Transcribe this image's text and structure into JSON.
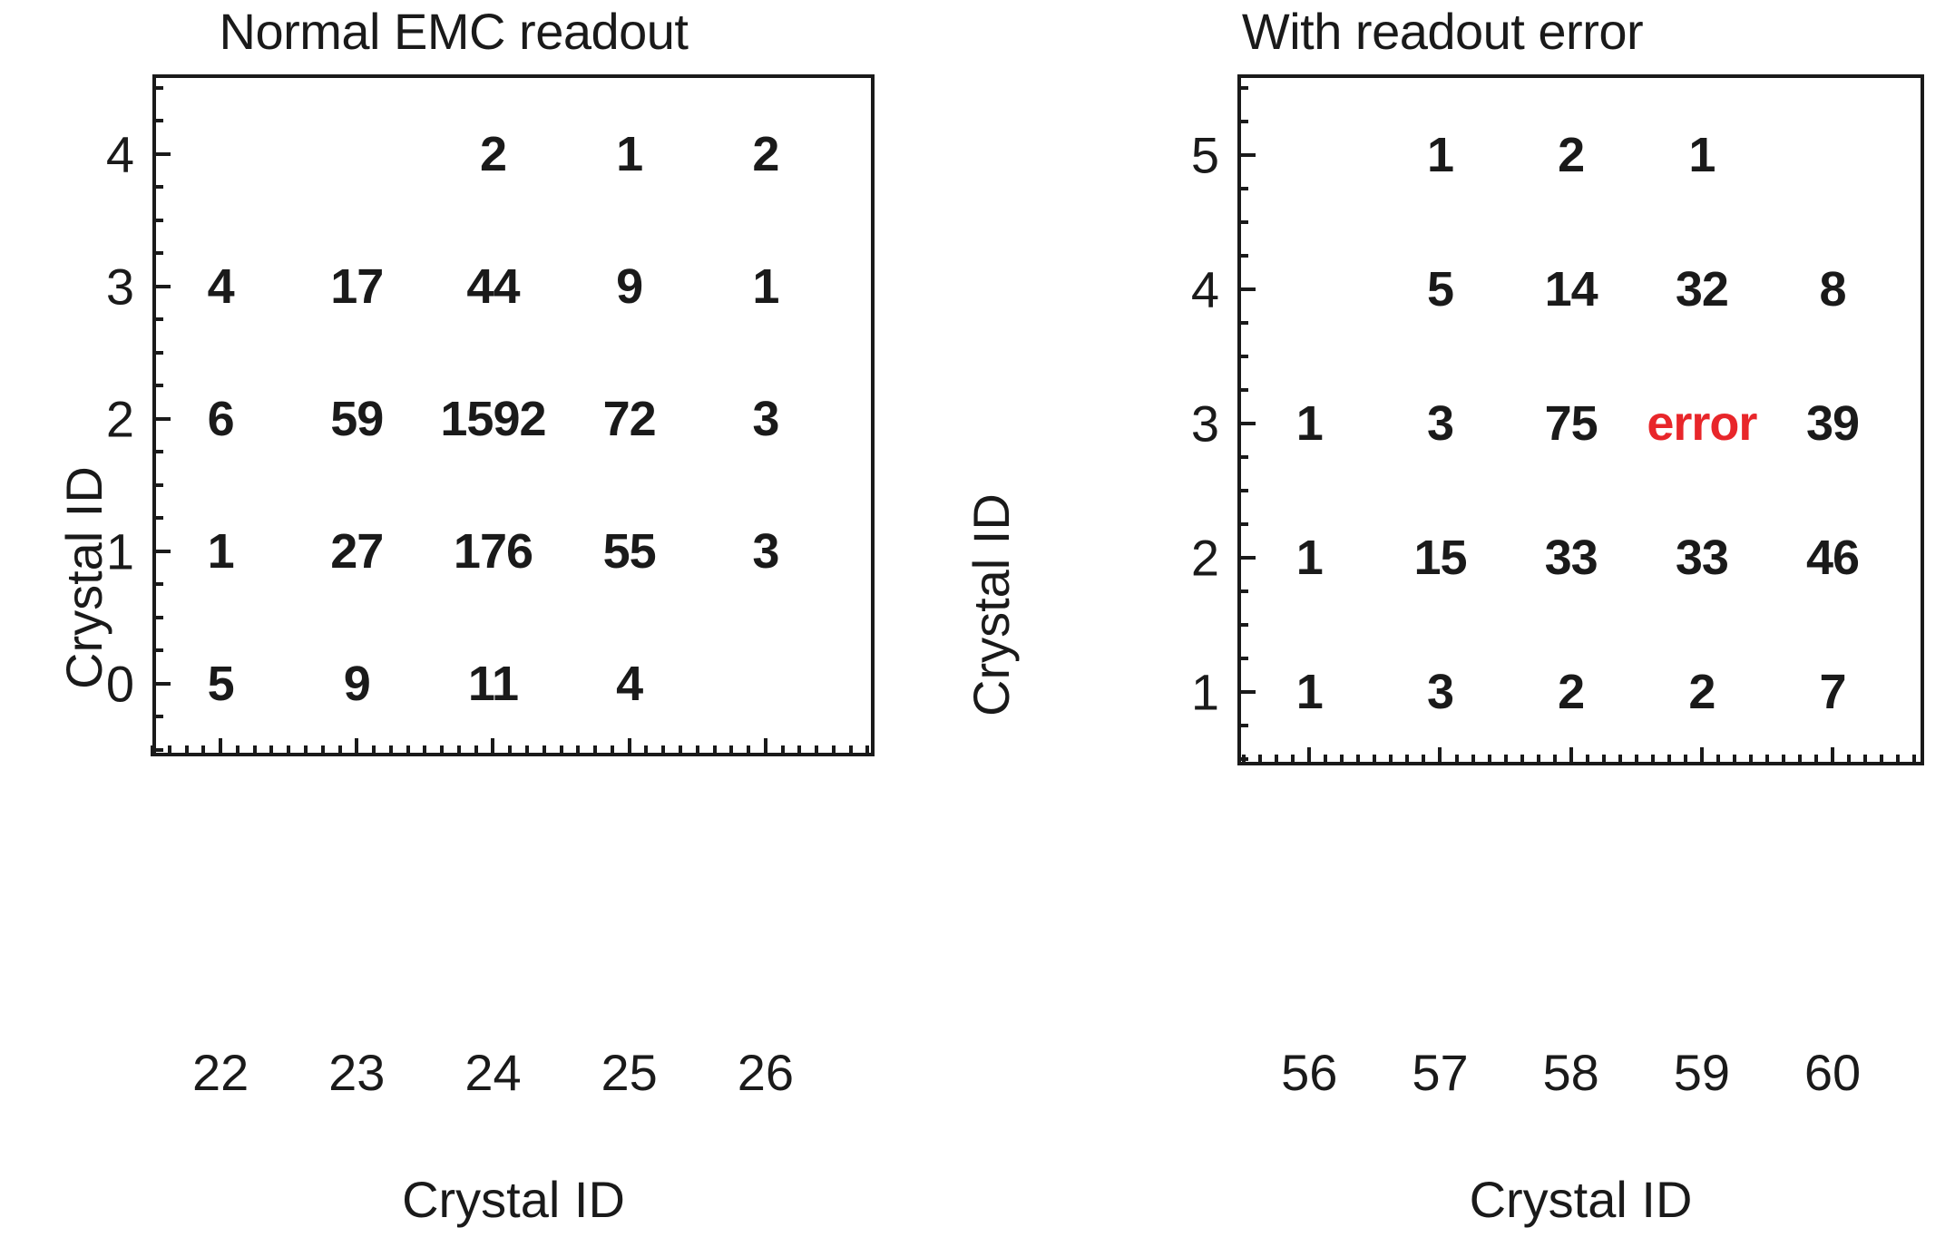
{
  "figure": {
    "background": "#ffffff",
    "text_color": "#1a1a1a",
    "error_color": "#e8262a"
  },
  "chart_data": [
    {
      "type": "heatmap",
      "panel_id": "left",
      "title": "Normal EMC readout",
      "xlabel": "Crystal ID",
      "ylabel": "Crystal ID",
      "x_tick_labels": [
        "22",
        "23",
        "24",
        "25",
        "26"
      ],
      "y_tick_labels": [
        "0",
        "1",
        "2",
        "3",
        "4"
      ],
      "x": [
        22,
        23,
        24,
        25,
        26
      ],
      "y": [
        0,
        1,
        2,
        3,
        4
      ],
      "xlim": [
        21.5,
        26.8
      ],
      "ylim": [
        -0.55,
        4.6
      ],
      "grid": false,
      "legend": "none",
      "cells": [
        {
          "x": 24,
          "y": 4,
          "value": "2"
        },
        {
          "x": 25,
          "y": 4,
          "value": "1"
        },
        {
          "x": 26,
          "y": 4,
          "value": "2"
        },
        {
          "x": 22,
          "y": 3,
          "value": "4"
        },
        {
          "x": 23,
          "y": 3,
          "value": "17"
        },
        {
          "x": 24,
          "y": 3,
          "value": "44"
        },
        {
          "x": 25,
          "y": 3,
          "value": "9"
        },
        {
          "x": 26,
          "y": 3,
          "value": "1"
        },
        {
          "x": 22,
          "y": 2,
          "value": "6"
        },
        {
          "x": 23,
          "y": 2,
          "value": "59"
        },
        {
          "x": 24,
          "y": 2,
          "value": "1592"
        },
        {
          "x": 25,
          "y": 2,
          "value": "72"
        },
        {
          "x": 26,
          "y": 2,
          "value": "3"
        },
        {
          "x": 22,
          "y": 1,
          "value": "1"
        },
        {
          "x": 23,
          "y": 1,
          "value": "27"
        },
        {
          "x": 24,
          "y": 1,
          "value": "176"
        },
        {
          "x": 25,
          "y": 1,
          "value": "55"
        },
        {
          "x": 26,
          "y": 1,
          "value": "3"
        },
        {
          "x": 22,
          "y": 0,
          "value": "5"
        },
        {
          "x": 23,
          "y": 0,
          "value": "9"
        },
        {
          "x": 24,
          "y": 0,
          "value": "11"
        },
        {
          "x": 25,
          "y": 0,
          "value": "4"
        }
      ]
    },
    {
      "type": "heatmap",
      "panel_id": "right",
      "title": "With readout error",
      "xlabel": "Crystal ID",
      "ylabel": "Crystal ID",
      "x_tick_labels": [
        "56",
        "57",
        "58",
        "59",
        "60"
      ],
      "y_tick_labels": [
        "1",
        "2",
        "3",
        "4",
        "5"
      ],
      "x": [
        56,
        57,
        58,
        59,
        60
      ],
      "y": [
        1,
        2,
        3,
        4,
        5
      ],
      "xlim": [
        55.45,
        60.7
      ],
      "ylim": [
        0.45,
        5.6
      ],
      "grid": false,
      "legend": "none",
      "cells": [
        {
          "x": 57,
          "y": 5,
          "value": "1"
        },
        {
          "x": 58,
          "y": 5,
          "value": "2"
        },
        {
          "x": 59,
          "y": 5,
          "value": "1"
        },
        {
          "x": 57,
          "y": 4,
          "value": "5"
        },
        {
          "x": 58,
          "y": 4,
          "value": "14"
        },
        {
          "x": 59,
          "y": 4,
          "value": "32"
        },
        {
          "x": 60,
          "y": 4,
          "value": "8"
        },
        {
          "x": 56,
          "y": 3,
          "value": "1"
        },
        {
          "x": 57,
          "y": 3,
          "value": "3"
        },
        {
          "x": 58,
          "y": 3,
          "value": "75"
        },
        {
          "x": 59,
          "y": 3,
          "value": "error",
          "is_error": true
        },
        {
          "x": 60,
          "y": 3,
          "value": "39"
        },
        {
          "x": 56,
          "y": 2,
          "value": "1"
        },
        {
          "x": 57,
          "y": 2,
          "value": "15"
        },
        {
          "x": 58,
          "y": 2,
          "value": "33"
        },
        {
          "x": 59,
          "y": 2,
          "value": "33"
        },
        {
          "x": 60,
          "y": 2,
          "value": "46"
        },
        {
          "x": 56,
          "y": 1,
          "value": "1"
        },
        {
          "x": 57,
          "y": 1,
          "value": "3"
        },
        {
          "x": 58,
          "y": 1,
          "value": "2"
        },
        {
          "x": 59,
          "y": 1,
          "value": "2"
        },
        {
          "x": 60,
          "y": 1,
          "value": "7"
        }
      ]
    }
  ]
}
